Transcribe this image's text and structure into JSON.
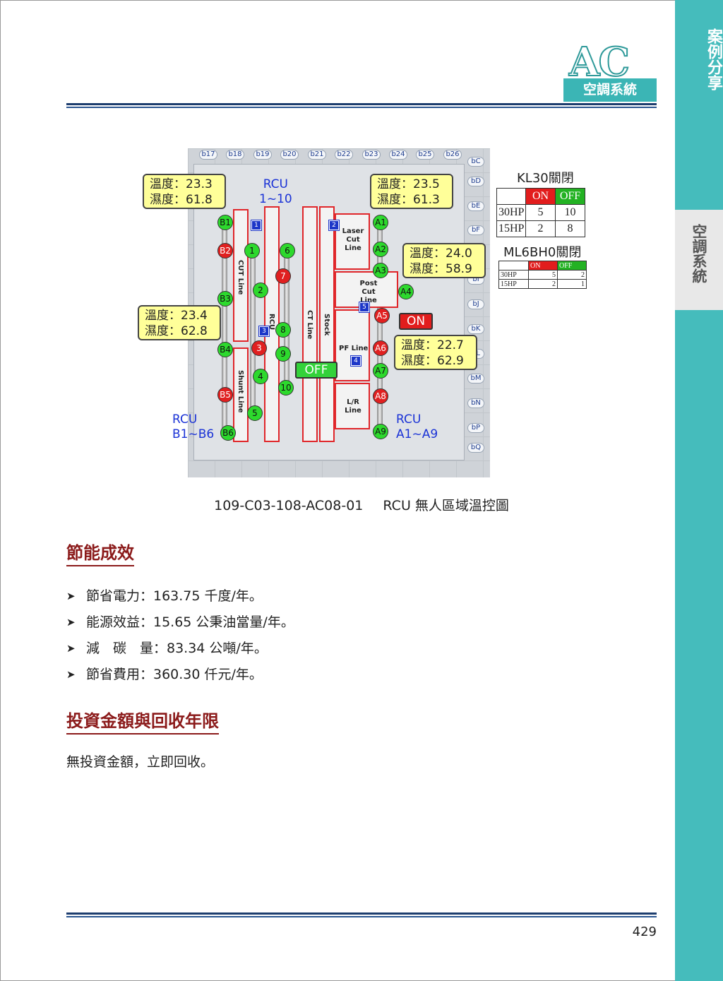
{
  "side": {
    "vertical_title": "案例分享",
    "tab_label": "空調系統"
  },
  "header": {
    "logo_text": "AC",
    "badge": "空調系統"
  },
  "figure": {
    "columns": [
      "b17",
      "b18",
      "b19",
      "b20",
      "b21",
      "b22",
      "b23",
      "b24",
      "b25",
      "b26"
    ],
    "rows": [
      "bC",
      "bD",
      "bE",
      "bF",
      "bI",
      "bJ",
      "bK",
      "bL",
      "bM",
      "bN",
      "bP",
      "bQ"
    ],
    "lines": {
      "cut": "CUT Line",
      "rcu": "RCU",
      "ct": "CT Line",
      "stock": "Stock",
      "shunt": "Shunt Line",
      "laser": "Laser Cut Line",
      "post": "Post Cut Line",
      "pf": "PF Line",
      "lr": "L/R Line"
    },
    "rcu_labels": {
      "top": "RCU",
      "top_range": "1~10",
      "left": "RCU",
      "left_range": "B1~B6",
      "right": "RCU",
      "right_range": "A1~A9"
    },
    "callouts": [
      {
        "temp": "溫度：23.3",
        "hum": "濕度：61.8"
      },
      {
        "temp": "溫度：23.5",
        "hum": "濕度：61.3"
      },
      {
        "temp": "溫度：24.0",
        "hum": "濕度：58.9"
      },
      {
        "temp": "溫度：23.4",
        "hum": "濕度：62.8"
      },
      {
        "temp": "溫度：22.7",
        "hum": "濕度：62.9"
      }
    ],
    "tag_on": "ON",
    "tag_off": "OFF",
    "b_nodes": [
      "B1",
      "B2",
      "B3",
      "B4",
      "B5",
      "B6"
    ],
    "a_nodes": [
      "A1",
      "A2",
      "A3",
      "A4",
      "A5",
      "A6",
      "A7",
      "A8",
      "A9"
    ],
    "num_nodes": [
      "1",
      "2",
      "3",
      "4",
      "5",
      "6",
      "7",
      "8",
      "9",
      "10"
    ],
    "squares": [
      "1",
      "2",
      "3",
      "4",
      "5"
    ],
    "kl30": {
      "title": "KL30關閉",
      "head": [
        "",
        "ON",
        "OFF"
      ],
      "rows": [
        [
          "30HP",
          "5",
          "10"
        ],
        [
          "15HP",
          "2",
          "8"
        ]
      ]
    },
    "ml6bh0": {
      "title": "ML6BH0關閉",
      "head": [
        "",
        "ON",
        "OFF"
      ],
      "rows": [
        [
          "30HP",
          "5",
          "2"
        ],
        [
          "15HP",
          "2",
          "1"
        ]
      ]
    }
  },
  "caption": {
    "code": "109-C03-108-AC08-01",
    "title": "RCU 無人區域溫控圖"
  },
  "section1": {
    "heading": "節能成效",
    "items": [
      "節省電力：163.75 千度/年。",
      "能源效益：15.65 公秉油當量/年。",
      "減　碳　量：83.34 公噸/年。",
      "節省費用：360.30 仟元/年。"
    ]
  },
  "section2": {
    "heading": "投資金額與回收年限",
    "text": "無投資金額，立即回收。"
  },
  "page_number": "429"
}
